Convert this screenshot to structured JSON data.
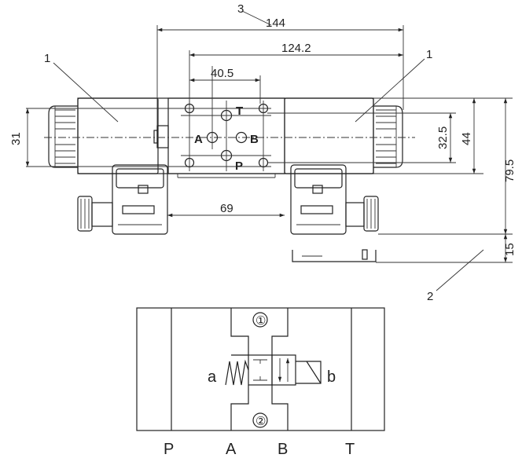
{
  "callouts": {
    "c1_left": "1",
    "c1_right": "1",
    "c2": "2",
    "c3": "3"
  },
  "dims": {
    "d144": "144",
    "d124_2": "124.2",
    "d40_5": "40.5",
    "d31": "31",
    "d32_5": "32.5",
    "d44": "44",
    "d79_5": "79.5",
    "d69": "69",
    "d15": "15"
  },
  "ports_top": {
    "T": "T",
    "A": "A",
    "B": "B",
    "P": "P"
  },
  "symbol": {
    "port1": "①",
    "port2": "②",
    "a": "a",
    "b": "b",
    "bottom": [
      "P",
      "A",
      "B",
      "T"
    ]
  }
}
